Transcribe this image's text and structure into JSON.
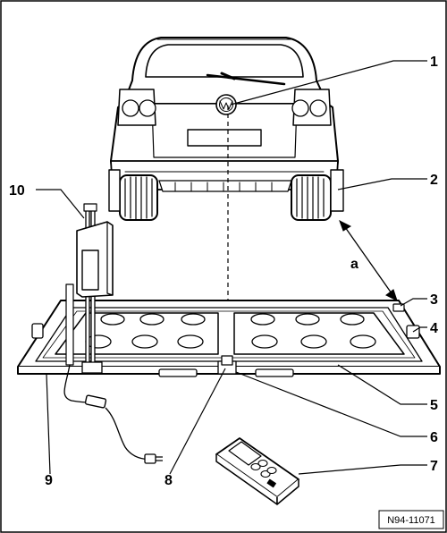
{
  "diagram": {
    "callouts": {
      "c1": "1",
      "c2": "2",
      "c3": "3",
      "c4": "4",
      "c5": "5",
      "c6": "6",
      "c7": "7",
      "c8": "8",
      "c9": "9",
      "c10": "10",
      "dimension_a": "a"
    },
    "reference_code": "N94-11071"
  }
}
